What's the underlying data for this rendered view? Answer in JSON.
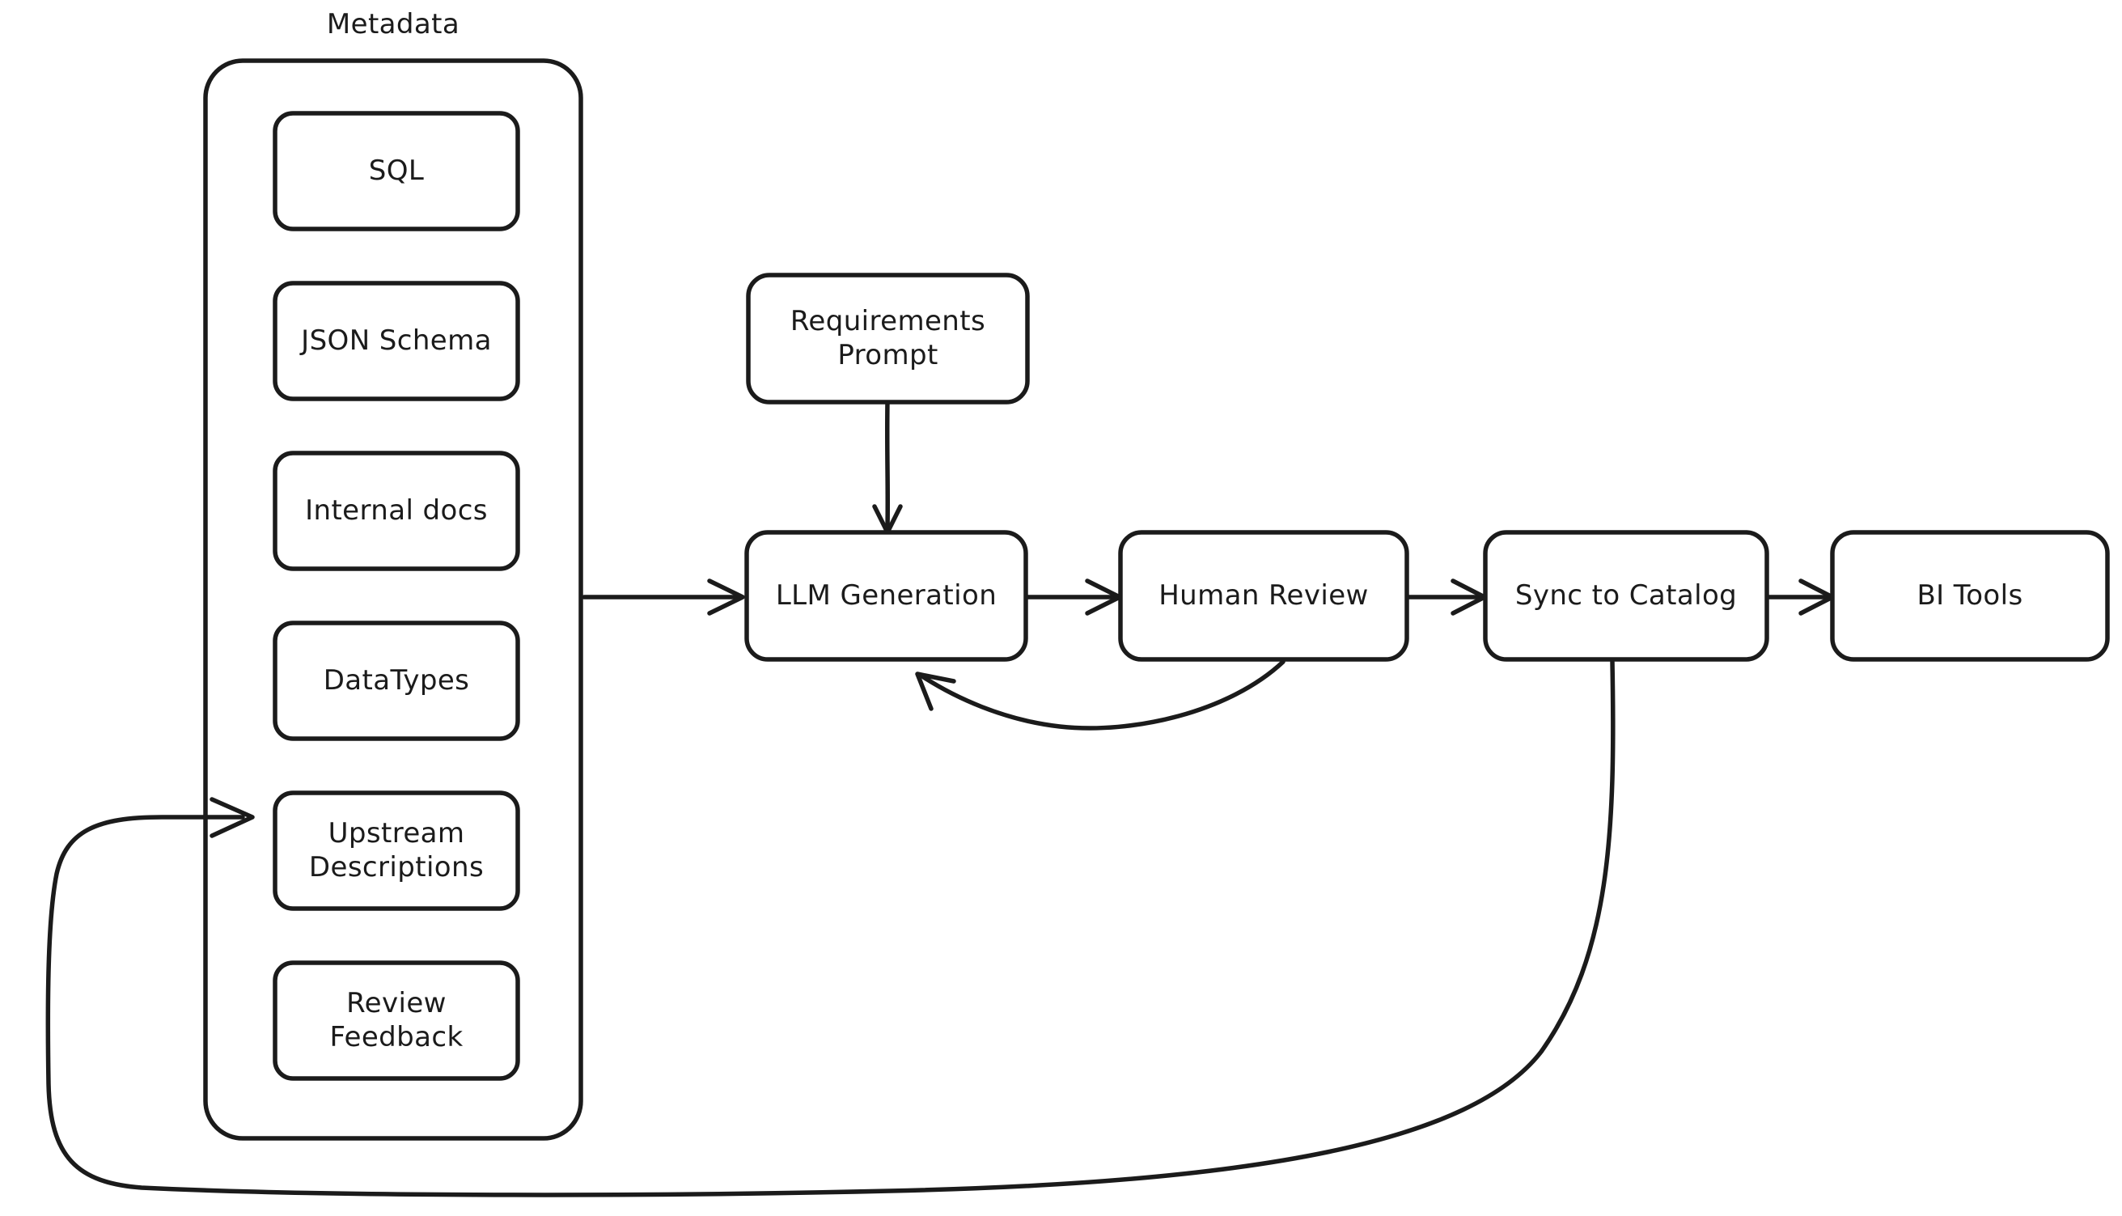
{
  "diagram": {
    "title": "Metadata to BI Tools LLM description pipeline",
    "stroke_color": "#1b1b1b",
    "fill_color": "#ffffff",
    "background": "#ffffff"
  },
  "metadata_group": {
    "label": "Metadata",
    "items": [
      {
        "label": "SQL"
      },
      {
        "label": "JSON Schema"
      },
      {
        "label": "Internal docs"
      },
      {
        "label": "DataTypes"
      },
      {
        "label": "Upstream\nDescriptions"
      },
      {
        "label": "Review\nFeedback"
      }
    ]
  },
  "flow": {
    "prompt": {
      "label": "Requirements\nPrompt"
    },
    "steps": [
      {
        "label": "LLM Generation"
      },
      {
        "label": "Human Review"
      },
      {
        "label": "Sync to Catalog"
      },
      {
        "label": "BI Tools"
      }
    ]
  },
  "connections": [
    {
      "from": "Requirements Prompt",
      "to": "LLM Generation",
      "style": "straight-down"
    },
    {
      "from": "Metadata",
      "to": "LLM Generation",
      "style": "straight-right"
    },
    {
      "from": "LLM Generation",
      "to": "Human Review",
      "style": "straight-right"
    },
    {
      "from": "Human Review",
      "to": "Sync to Catalog",
      "style": "straight-right"
    },
    {
      "from": "Sync to Catalog",
      "to": "BI Tools",
      "style": "straight-right"
    },
    {
      "from": "Human Review",
      "to": "LLM Generation",
      "style": "curved-feedback"
    },
    {
      "from": "Sync to Catalog",
      "to": "Upstream Descriptions",
      "style": "long-loop-bottom"
    }
  ]
}
